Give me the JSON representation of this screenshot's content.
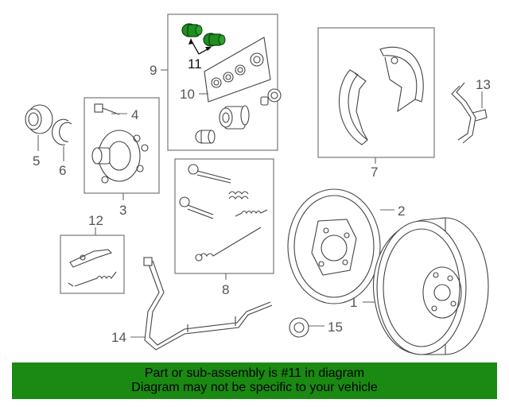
{
  "diagram": {
    "callouts": {
      "c1": "1",
      "c2": "2",
      "c3": "3",
      "c4": "4",
      "c5": "5",
      "c6": "6",
      "c7": "7",
      "c8": "8",
      "c9": "9",
      "c10": "10",
      "c11": "11",
      "c12": "12",
      "c13": "13",
      "c14": "14",
      "c15": "15"
    },
    "highlight_color": "#1f8f1f"
  },
  "banner": {
    "line1": "Part or sub-assembly is #11 in diagram",
    "line2": "Diagram may not be specific to your vehicle",
    "background": "#1a8a12"
  }
}
